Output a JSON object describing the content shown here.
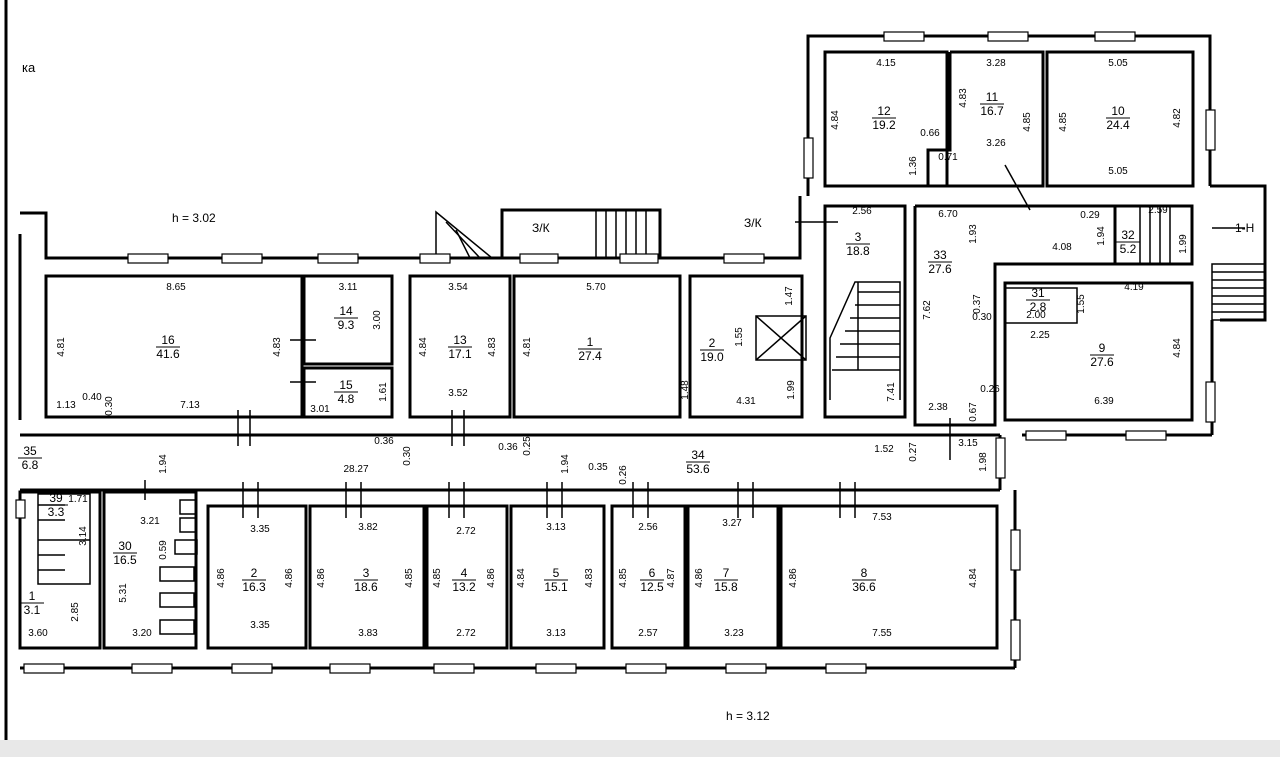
{
  "corner_text": "ка",
  "heights": {
    "upper": "h = 3.02",
    "lower": "h = 3.12"
  },
  "labels": {
    "exit_a": "З/К",
    "exit_b": "З/К",
    "exit_c": "1-Н"
  },
  "rooms": [
    {
      "id": "16",
      "num": "16",
      "area": "41.6"
    },
    {
      "id": "14",
      "num": "14",
      "area": "9.3"
    },
    {
      "id": "15",
      "num": "15",
      "area": "4.8"
    },
    {
      "id": "13",
      "num": "13",
      "area": "17.1"
    },
    {
      "id": "1u",
      "num": "1",
      "area": "27.4"
    },
    {
      "id": "2u",
      "num": "2",
      "area": "19.0"
    },
    {
      "id": "3u",
      "num": "3",
      "area": "18.8"
    },
    {
      "id": "12",
      "num": "12",
      "area": "19.2"
    },
    {
      "id": "11",
      "num": "11",
      "area": "16.7"
    },
    {
      "id": "10",
      "num": "10",
      "area": "24.4"
    },
    {
      "id": "33",
      "num": "33",
      "area": "27.6"
    },
    {
      "id": "32",
      "num": "32",
      "area": "5.2"
    },
    {
      "id": "31",
      "num": "31",
      "area": "2.8"
    },
    {
      "id": "9",
      "num": "9",
      "area": "27.6"
    },
    {
      "id": "34",
      "num": "34",
      "area": "53.6"
    },
    {
      "id": "35",
      "num": "35",
      "area": "6.8"
    },
    {
      "id": "39",
      "num": "39",
      "area": "3.3"
    },
    {
      "id": "30",
      "num": "30",
      "area": "16.5"
    },
    {
      "id": "1l",
      "num": "1",
      "area": "3.1"
    },
    {
      "id": "2l",
      "num": "2",
      "area": "16.3"
    },
    {
      "id": "3l",
      "num": "3",
      "area": "18.6"
    },
    {
      "id": "4l",
      "num": "4",
      "area": "13.2"
    },
    {
      "id": "5l",
      "num": "5",
      "area": "15.1"
    },
    {
      "id": "6l",
      "num": "6",
      "area": "12.5"
    },
    {
      "id": "7l",
      "num": "7",
      "area": "15.8"
    },
    {
      "id": "8l",
      "num": "8",
      "area": "36.6"
    }
  ],
  "dims": [
    "8.65",
    "4.81",
    "4.83",
    "1.13",
    "0.40",
    "0.30",
    "7.13",
    "3.11",
    "3.00",
    "3.01",
    "1.61",
    "3.54",
    "4.84",
    "4.83",
    "3.52",
    "5.70",
    "4.81",
    "1.47",
    "1.55",
    "1.48",
    "4.31",
    "1.99",
    "2.56",
    "7.41",
    "4.15",
    "4.84",
    "0.66",
    "1.36",
    "4.83",
    "0.71",
    "3.28",
    "3.26",
    "4.85",
    "5.05",
    "4.85",
    "4.82",
    "5.05",
    "6.70",
    "1.93",
    "4.08",
    "7.62",
    "0.37",
    "0.30",
    "2.38",
    "0.67",
    "0.26",
    "0.29",
    "2.59",
    "1.94",
    "1.99",
    "2.00",
    "1.55",
    "4.19",
    "2.25",
    "4.84",
    "6.39",
    "0.36",
    "0.30",
    "0.36",
    "0.25",
    "1.94",
    "28.27",
    "1.94",
    "0.35",
    "0.26",
    "1.52",
    "0.27",
    "3.15",
    "1.98",
    "1.71",
    "3.14",
    "2.85",
    "3.60",
    "3.21",
    "0.59",
    "5.31",
    "3.20",
    "3.35",
    "4.86",
    "4.86",
    "3.35",
    "3.82",
    "4.86",
    "4.85",
    "3.83",
    "2.72",
    "4.85",
    "4.86",
    "2.72",
    "3.13",
    "4.84",
    "4.83",
    "3.13",
    "2.56",
    "4.85",
    "4.87",
    "2.57",
    "3.27",
    "4.86",
    "3.23",
    "7.53",
    "4.86",
    "4.84",
    "7.55"
  ]
}
